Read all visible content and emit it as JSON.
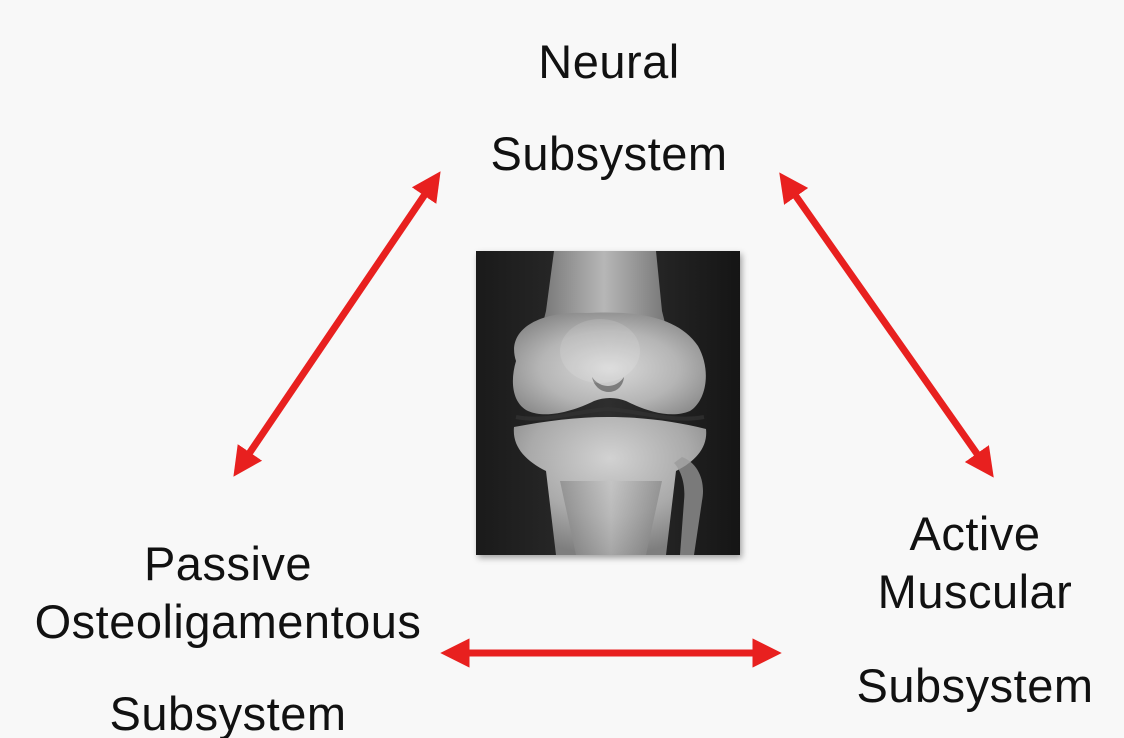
{
  "diagram": {
    "neural": {
      "line1": "Neural",
      "line2": "Subsystem"
    },
    "passive": {
      "line1": "Passive",
      "line2": "Osteoligamentous",
      "line3": "Subsystem"
    },
    "active": {
      "line1": "Active",
      "line2": "Muscular",
      "line3": "Subsystem"
    },
    "image": {
      "subject": "knee x-ray"
    },
    "colors": {
      "arrow": "#e8201f",
      "background": "#f8f8f8",
      "text": "#111111"
    }
  }
}
